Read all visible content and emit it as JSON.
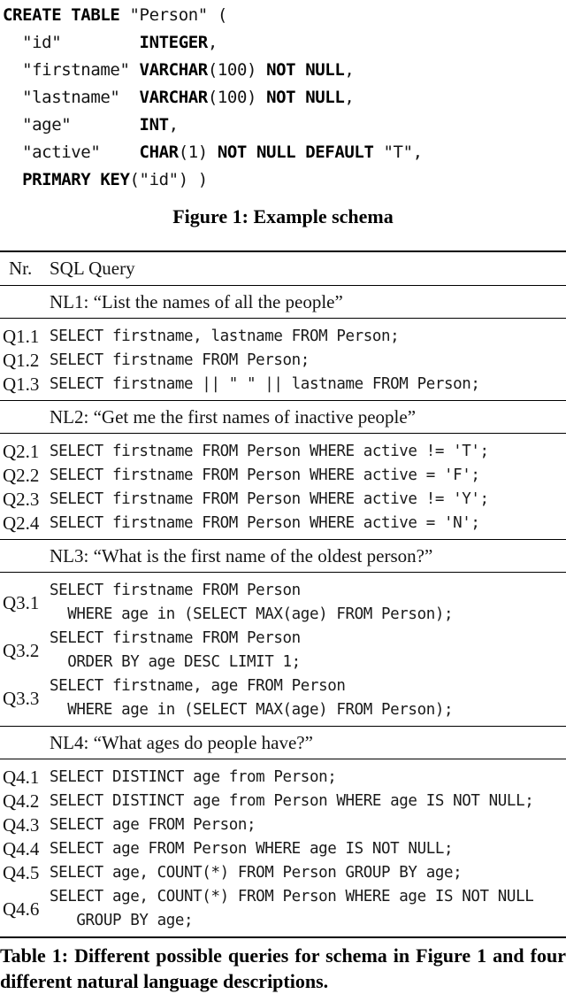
{
  "figure": {
    "caption": "Figure 1: Example schema",
    "code_lines": [
      [
        {
          "t": "CREATE TABLE",
          "b": true
        },
        {
          "t": " \"Person\" (",
          "b": false
        }
      ],
      [
        {
          "t": "  \"id\"        ",
          "b": false
        },
        {
          "t": "INTEGER",
          "b": true
        },
        {
          "t": ",",
          "b": false
        }
      ],
      [
        {
          "t": "  \"firstname\" ",
          "b": false
        },
        {
          "t": "VARCHAR",
          "b": true
        },
        {
          "t": "(100) ",
          "b": false
        },
        {
          "t": "NOT NULL",
          "b": true
        },
        {
          "t": ",",
          "b": false
        }
      ],
      [
        {
          "t": "  \"lastname\"  ",
          "b": false
        },
        {
          "t": "VARCHAR",
          "b": true
        },
        {
          "t": "(100) ",
          "b": false
        },
        {
          "t": "NOT NULL",
          "b": true
        },
        {
          "t": ",",
          "b": false
        }
      ],
      [
        {
          "t": "  \"age\"       ",
          "b": false
        },
        {
          "t": "INT",
          "b": true
        },
        {
          "t": ",",
          "b": false
        }
      ],
      [
        {
          "t": "  \"active\"    ",
          "b": false
        },
        {
          "t": "CHAR",
          "b": true
        },
        {
          "t": "(1) ",
          "b": false
        },
        {
          "t": "NOT NULL DEFAULT",
          "b": true
        },
        {
          "t": " \"T\",",
          "b": false
        }
      ],
      [
        {
          "t": "  ",
          "b": false
        },
        {
          "t": "PRIMARY KEY",
          "b": true
        },
        {
          "t": "(\"id\") )",
          "b": false
        }
      ]
    ]
  },
  "table": {
    "header": {
      "nr": "Nr.",
      "query": "SQL Query"
    },
    "groups": [
      {
        "nl": "NL1: “List the names of all the people”",
        "queries": [
          {
            "id": "Q1.1",
            "lines": [
              "SELECT firstname, lastname FROM Person;"
            ]
          },
          {
            "id": "Q1.2",
            "lines": [
              "SELECT firstname FROM Person;"
            ]
          },
          {
            "id": "Q1.3",
            "lines": [
              "SELECT firstname || \" \" || lastname FROM Person;"
            ]
          }
        ]
      },
      {
        "nl": "NL2: “Get me the first names of inactive people”",
        "queries": [
          {
            "id": "Q2.1",
            "lines": [
              "SELECT firstname FROM Person WHERE active != 'T';"
            ]
          },
          {
            "id": "Q2.2",
            "lines": [
              "SELECT firstname FROM Person WHERE active = 'F';"
            ]
          },
          {
            "id": "Q2.3",
            "lines": [
              "SELECT firstname FROM Person WHERE active != 'Y';"
            ]
          },
          {
            "id": "Q2.4",
            "lines": [
              "SELECT firstname FROM Person WHERE active = 'N';"
            ]
          }
        ]
      },
      {
        "nl": "NL3: “What is the first name of the oldest person?”",
        "queries": [
          {
            "id": "Q3.1",
            "lines": [
              "SELECT firstname FROM Person",
              "  WHERE age in (SELECT MAX(age) FROM Person);"
            ]
          },
          {
            "id": "Q3.2",
            "lines": [
              "SELECT firstname FROM Person",
              "  ORDER BY age DESC LIMIT 1;"
            ]
          },
          {
            "id": "Q3.3",
            "lines": [
              "SELECT firstname, age FROM Person",
              "  WHERE age in (SELECT MAX(age) FROM Person);"
            ]
          }
        ]
      },
      {
        "nl": "NL4: “What ages do people have?”",
        "queries": [
          {
            "id": "Q4.1",
            "lines": [
              "SELECT DISTINCT age from Person;"
            ]
          },
          {
            "id": "Q4.2",
            "lines": [
              "SELECT DISTINCT age from Person WHERE age IS NOT NULL;"
            ]
          },
          {
            "id": "Q4.3",
            "lines": [
              "SELECT age FROM Person;"
            ]
          },
          {
            "id": "Q4.4",
            "lines": [
              "SELECT age FROM Person WHERE age IS NOT NULL;"
            ]
          },
          {
            "id": "Q4.5",
            "lines": [
              "SELECT age, COUNT(*) FROM Person GROUP BY age;"
            ]
          },
          {
            "id": "Q4.6",
            "lines": [
              "SELECT age, COUNT(*) FROM Person WHERE age IS NOT NULL",
              "   GROUP BY age;"
            ]
          }
        ]
      }
    ],
    "caption": "Table 1: Different possible queries for schema in Figure 1 and four different natural language descriptions."
  }
}
